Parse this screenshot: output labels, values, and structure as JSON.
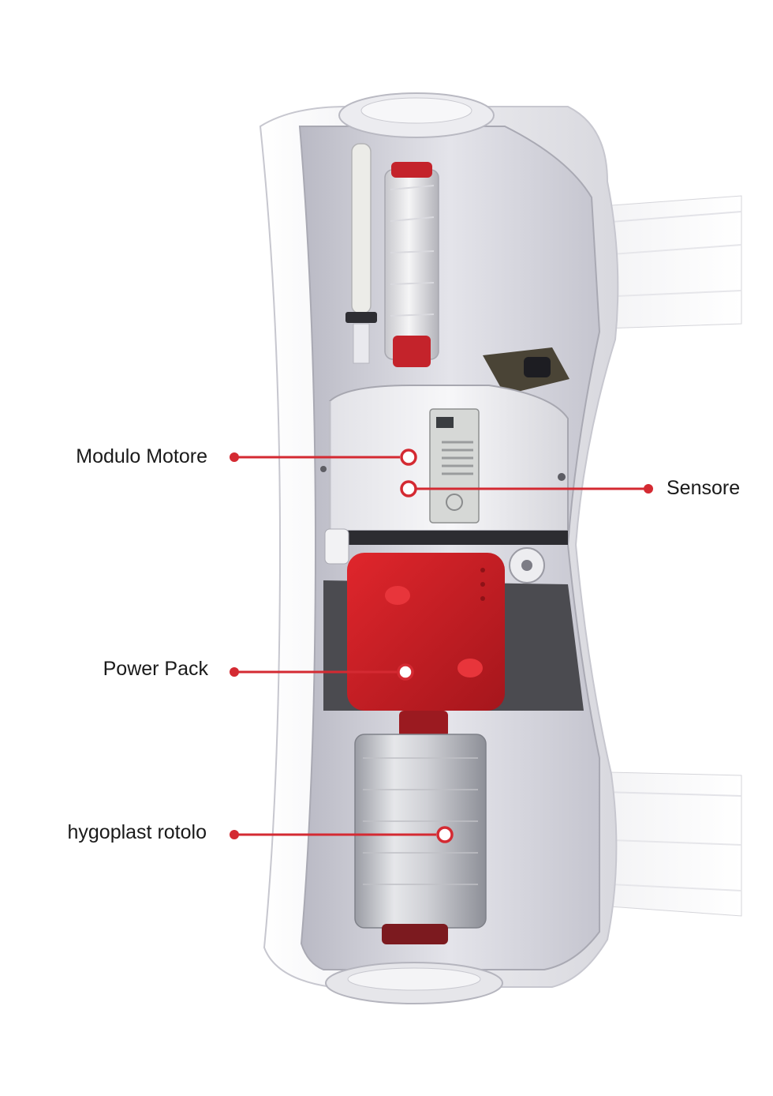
{
  "accent_color": "#d42a32",
  "callouts": {
    "motor": {
      "label": "Modulo Motore"
    },
    "sensor": {
      "label": "Sensore"
    },
    "power": {
      "label": "Power Pack"
    },
    "roll": {
      "label": "hygoplast rotolo"
    }
  }
}
